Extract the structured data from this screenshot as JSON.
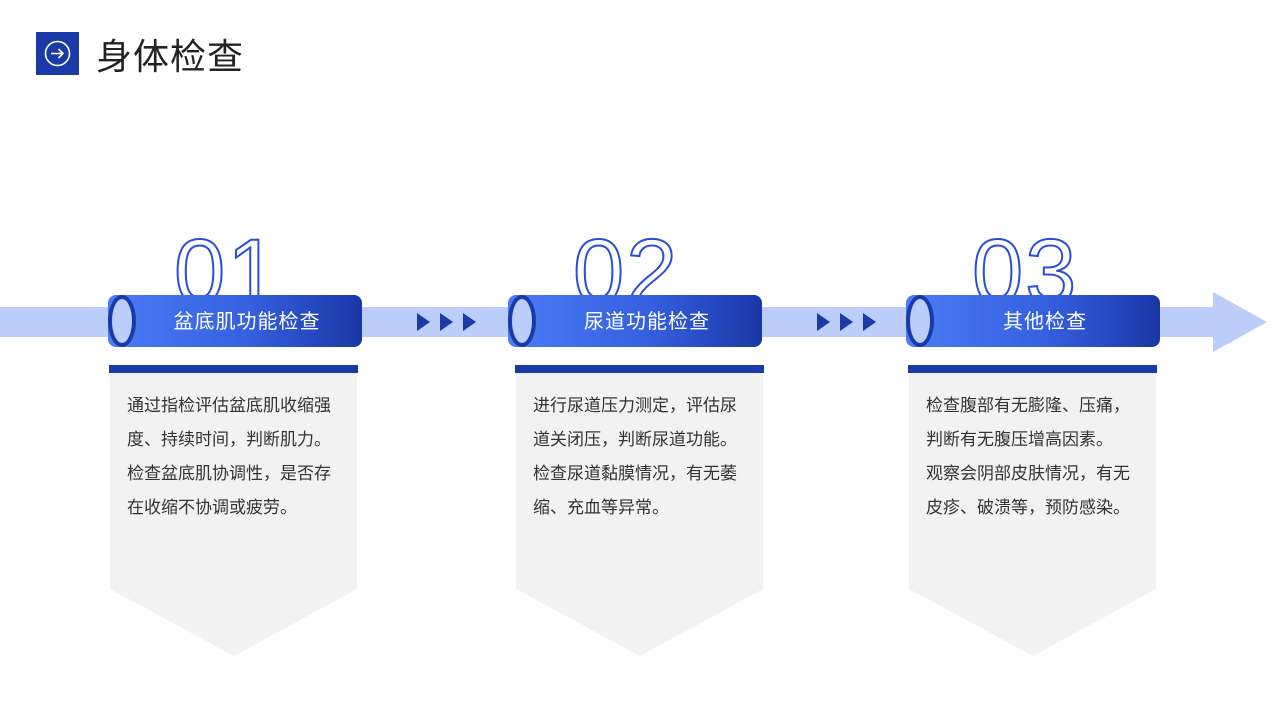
{
  "header": {
    "title": "身体检查",
    "icon": "arrow-right-circle-icon",
    "icon_color": "#1a3aa8"
  },
  "colors": {
    "accent_dark": "#1a3aa8",
    "accent_mid": "#3d6ef2",
    "track_light": "#bccdfa",
    "card_bg": "#f2f2f2"
  },
  "steps": [
    {
      "number": "01",
      "title": "盆底肌功能检查",
      "lines": [
        "通过指检评估盆底肌收缩强度、持续时间，判断肌力。",
        "检查盆底肌协调性，是否存在收缩不协调或疲劳。"
      ]
    },
    {
      "number": "02",
      "title": "尿道功能检查",
      "lines": [
        "进行尿道压力测定，评估尿道关闭压，判断尿道功能。",
        "检查尿道黏膜情况，有无萎缩、充血等异常。"
      ]
    },
    {
      "number": "03",
      "title": "其他检查",
      "lines": [
        "检查腹部有无膨隆、压痛，判断有无腹压增高因素。",
        "观察会阴部皮肤情况，有无皮疹、破溃等，预防感染。"
      ]
    }
  ]
}
